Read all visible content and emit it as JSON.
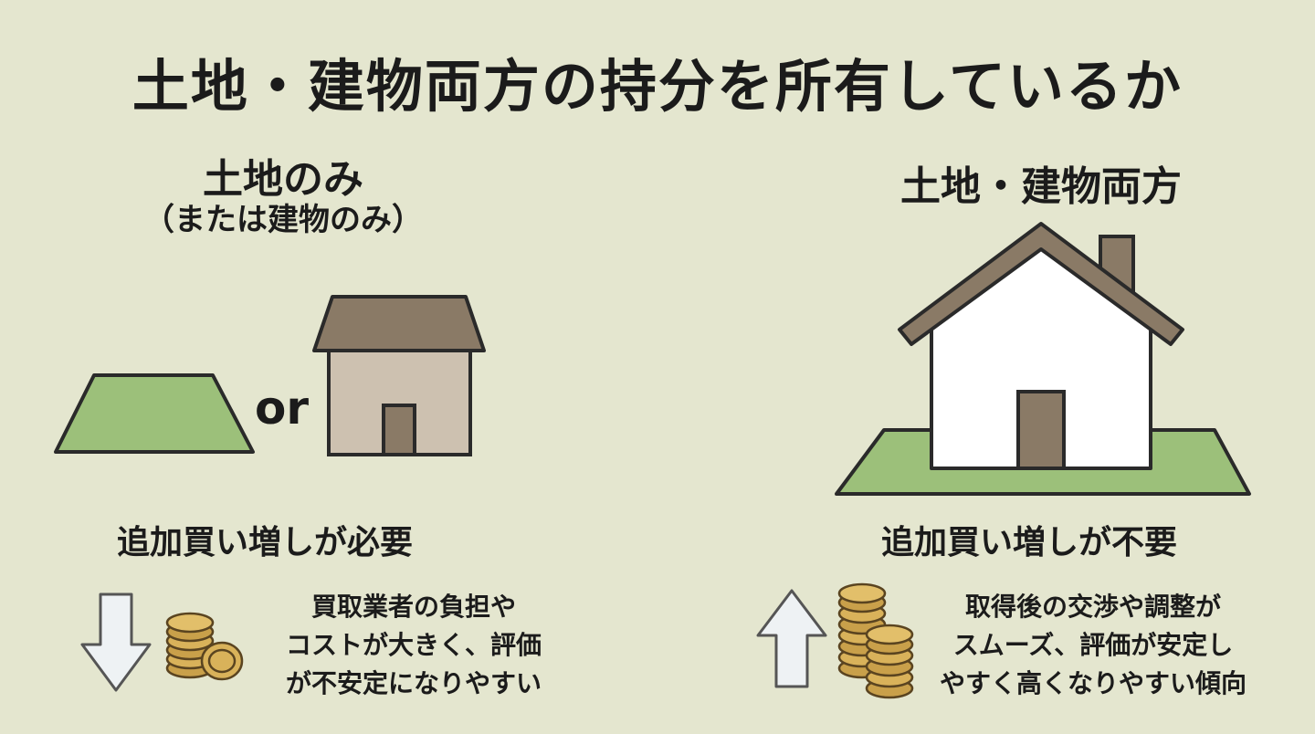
{
  "title": "土地・建物両方の持分を所有しているか",
  "left": {
    "heading": "土地のみ",
    "subheading": "（または建物のみ）",
    "or_label": "or",
    "status": "追加買い増しが必要",
    "description_lines": [
      "買取業者の負担や",
      "コストが大きく、評価",
      "が不安定になりやすい"
    ],
    "arrow": "down-arrow-icon"
  },
  "right": {
    "heading": "土地・建物両方",
    "status": "追加買い増しが不要",
    "description_lines": [
      "取得後の交渉や調整が",
      "スムーズ、評価が安定し",
      "やすく高くなりやすい傾向"
    ],
    "arrow": "up-arrow-icon"
  },
  "colors": {
    "background": "#e4e6cf",
    "land_green": "#9cc07a",
    "roof_brown": "#8a7a66",
    "wall_beige": "#cdc1b0",
    "house_white": "#ffffff",
    "coin_gold": "#d9b25a",
    "arrow_fill": "#eef2f4"
  }
}
